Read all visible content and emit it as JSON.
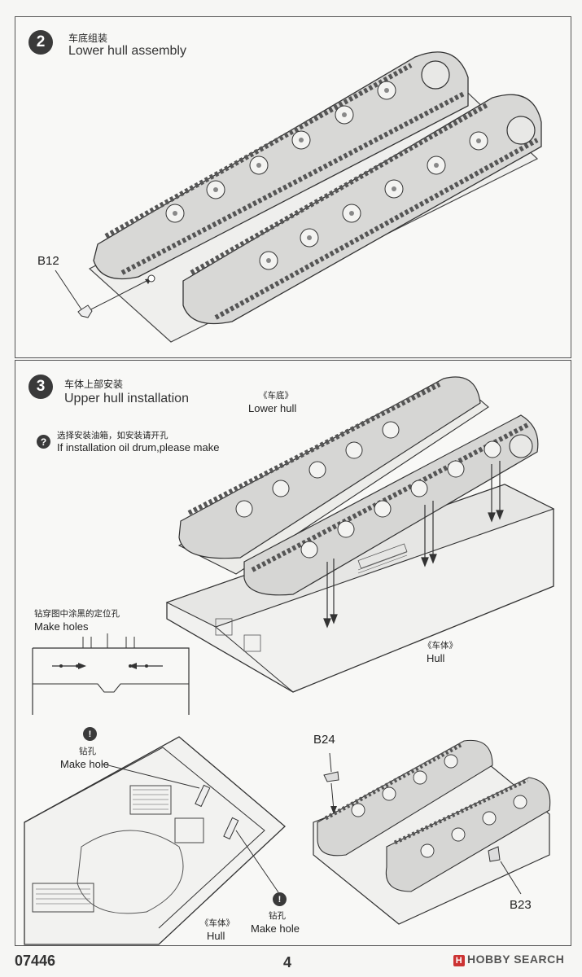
{
  "step2": {
    "number": "2",
    "title_cn": "车底组装",
    "title_en": "Lower hull assembly",
    "part_b12": "B12"
  },
  "step3": {
    "number": "3",
    "title_cn": "车体上部安装",
    "title_en": "Upper hull installation",
    "note_icon": "?",
    "note_cn": "选择安装油箱，如安装请开孔",
    "note_en": "If installation oil drum,please make",
    "lower_hull_cn": "《车底》",
    "lower_hull_en": "Lower hull",
    "hull_cn": "《车体》",
    "hull_en": "Hull",
    "make_holes_cn": "钻穿图中涂黑的定位孔",
    "make_holes_en": "Make holes",
    "drill_icon": "!",
    "make_hole_cn_1": "钻孔",
    "make_hole_en_1": "Make hole",
    "make_hole_cn_2": "钻孔",
    "make_hole_en_2": "Make hole",
    "hull_cn_2": "《车体》",
    "hull_en_2": "Hull",
    "part_b24": "B24",
    "part_b23": "B23"
  },
  "footer": {
    "product_code": "07446",
    "page_number": "4",
    "watermark_logo": "H",
    "watermark": "HOBBY SEARCH"
  }
}
